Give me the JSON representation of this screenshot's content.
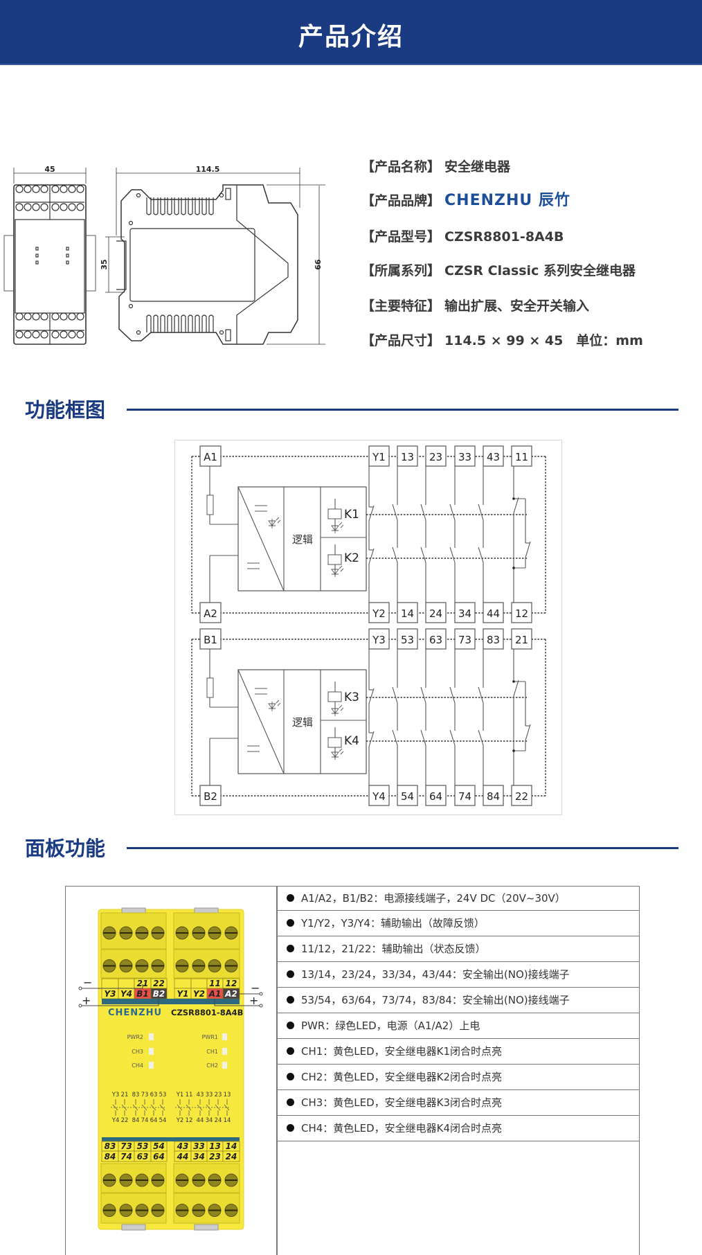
{
  "header": {
    "title": "产品介绍"
  },
  "intro": {
    "rows": [
      {
        "label": "【产品名称】",
        "value": "安全继电器"
      },
      {
        "label": "【产品品牌】",
        "value": "CHENZHU 辰竹"
      },
      {
        "label": "【产品型号】",
        "value": "CZSR8801-8A4B"
      },
      {
        "label": "【所属系列】",
        "value": "CZSR Classic 系列安全继电器"
      },
      {
        "label": "【主要特征】",
        "value": "输出扩展、安全开关输入"
      },
      {
        "label": "【产品尺寸】",
        "value": "114.5 × 99 × 45　单位：mm"
      }
    ],
    "dimensions": {
      "width": "45",
      "length": "114.5",
      "rail": "35",
      "height": "99"
    }
  },
  "sections": {
    "function_diagram": "功能框图",
    "panel_functions": "面板功能"
  },
  "diagram": {
    "blocks": [
      {
        "supply_top": "A1",
        "supply_bottom": "A2",
        "logic": "逻辑",
        "relays": [
          "K1",
          "K2"
        ],
        "terminals_top": [
          "Y1",
          "13",
          "23",
          "33",
          "43",
          "11"
        ],
        "terminals_bottom": [
          "Y2",
          "14",
          "24",
          "34",
          "44",
          "12"
        ]
      },
      {
        "supply_top": "B1",
        "supply_bottom": "B2",
        "logic": "逻辑",
        "relays": [
          "K3",
          "K4"
        ],
        "terminals_top": [
          "Y3",
          "53",
          "63",
          "73",
          "83",
          "21"
        ],
        "terminals_bottom": [
          "Y4",
          "54",
          "64",
          "74",
          "84",
          "22"
        ]
      }
    ]
  },
  "panel": {
    "device": {
      "brand": "CHENZHU",
      "model": "CZSR8801-8A4B",
      "color": "#f6e83c",
      "top_labels_upper": [
        "",
        "",
        "21",
        "22",
        "",
        "",
        "11",
        "12"
      ],
      "top_labels_lower": [
        "Y3",
        "Y4",
        "B1",
        "B2",
        "Y1",
        "Y2",
        "A1",
        "A2"
      ],
      "wire_signs": {
        "minus": "−",
        "plus": "+"
      },
      "leds_left": [
        "PWR2",
        "CH3",
        "CH4"
      ],
      "leds_right": [
        "PWR1",
        "CH1",
        "CH2"
      ],
      "contacts_top": [
        "Y3",
        "21",
        "83",
        "73",
        "63",
        "53",
        "Y1",
        "11",
        "43",
        "33",
        "23",
        "13"
      ],
      "contacts_bottom": [
        "Y4",
        "22",
        "84",
        "74",
        "64",
        "54",
        "Y2",
        "12",
        "44",
        "34",
        "24",
        "14"
      ],
      "bottom_labels_upper": [
        "83",
        "73",
        "53",
        "54",
        "43",
        "33",
        "13",
        "14"
      ],
      "bottom_labels_lower": [
        "84",
        "74",
        "63",
        "64",
        "44",
        "34",
        "23",
        "24"
      ]
    },
    "features": [
      "A1/A2，B1/B2：电源接线端子，24V DC（20V~30V）",
      "Y1/Y2，Y3/Y4：辅助输出（故障反馈）",
      "11/12，21/22：辅助输出（状态反馈）",
      "13/14，23/24，33/34，43/44：安全输出(NO)接线端子",
      "53/54，63/64，73/74，83/84：安全输出(NO)接线端子",
      "PWR：绿色LED，电源（A1/A2）上电",
      "CH1：黄色LED，安全继电器K1闭合时点亮",
      "CH2：黄色LED，安全继电器K2闭合时点亮",
      "CH3：黄色LED，安全继电器K3闭合时点亮",
      "CH4：黄色LED，安全继电器K4闭合时点亮"
    ]
  },
  "colors": {
    "brand_blue": "#1a3a82",
    "terminal_red": "#e8504a",
    "terminal_dark": "#4a4242",
    "strip_blue": "#2d6a80"
  }
}
